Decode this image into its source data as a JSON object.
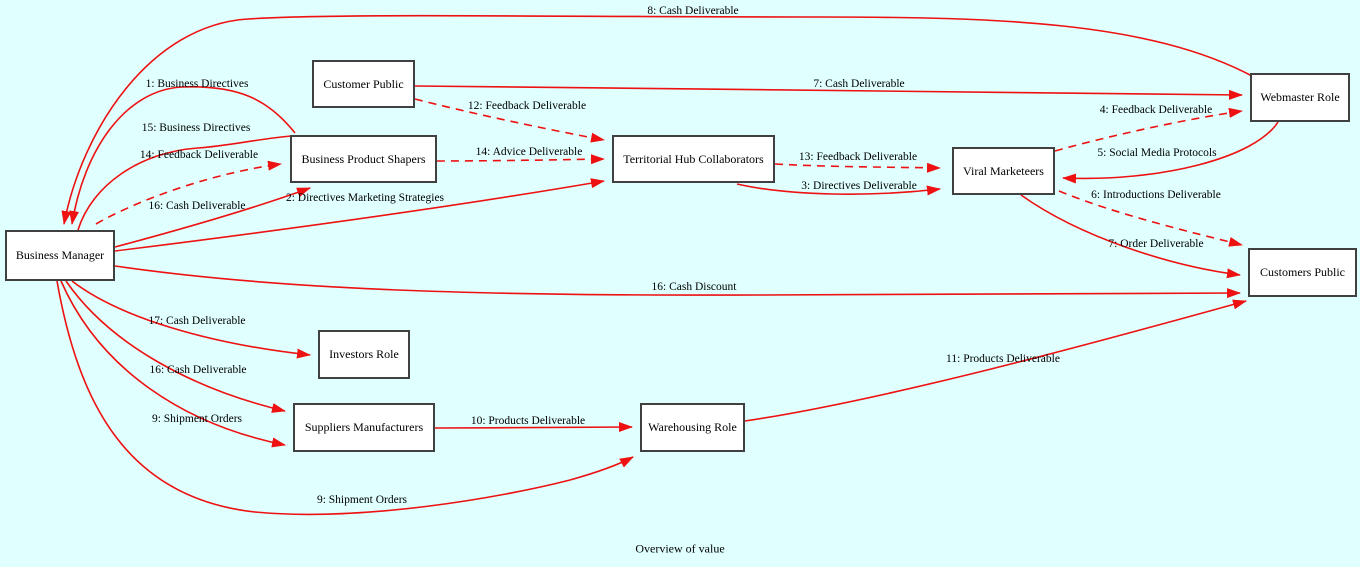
{
  "caption": "Overview of value",
  "colors": {
    "background": "#e0ffff",
    "edge": "#ee1111",
    "node_border": "#404040",
    "node_fill": "#ffffff",
    "text": "#000000"
  },
  "nodes": [
    {
      "id": "business-manager",
      "label": "Business Manager"
    },
    {
      "id": "customer-public",
      "label": "Customer Public"
    },
    {
      "id": "business-product-shapers",
      "label": "Business Product Shapers"
    },
    {
      "id": "territorial-hub-collaborators",
      "label": "Territorial Hub Collaborators"
    },
    {
      "id": "viral-marketeers",
      "label": "Viral Marketeers"
    },
    {
      "id": "webmaster-role",
      "label": "Webmaster Role"
    },
    {
      "id": "customers-public",
      "label": "Customers Public"
    },
    {
      "id": "investors-role",
      "label": "Investors Role"
    },
    {
      "id": "suppliers-manufacturers",
      "label": "Suppliers Manufacturers"
    },
    {
      "id": "warehousing-role",
      "label": "Warehousing Role"
    }
  ],
  "edges": [
    {
      "label": "8: Cash Deliverable",
      "style": "solid"
    },
    {
      "label": "1: Business Directives",
      "style": "solid"
    },
    {
      "label": "15: Business Directives",
      "style": "solid"
    },
    {
      "label": "14: Feedback Deliverable",
      "style": "dashed"
    },
    {
      "label": "16: Cash Deliverable",
      "style": "solid"
    },
    {
      "label": "2: Directives Marketing Strategies",
      "style": "solid"
    },
    {
      "label": "16: Cash Discount",
      "style": "solid"
    },
    {
      "label": "17: Cash Deliverable",
      "style": "solid"
    },
    {
      "label": "16: Cash Deliverable",
      "style": "solid"
    },
    {
      "label": "9: Shipment Orders",
      "style": "solid"
    },
    {
      "label": "9: Shipment Orders",
      "style": "solid"
    },
    {
      "label": "7: Cash Deliverable",
      "style": "solid"
    },
    {
      "label": "12: Feedback Deliverable",
      "style": "dashed"
    },
    {
      "label": "14: Advice Deliverable",
      "style": "dashed"
    },
    {
      "label": "13: Feedback Deliverable",
      "style": "dashed"
    },
    {
      "label": "3: Directives Deliverable",
      "style": "solid"
    },
    {
      "label": "4: Feedback Deliverable",
      "style": "dashed"
    },
    {
      "label": "5: Social Media Protocols",
      "style": "solid"
    },
    {
      "label": "6: Introductions Deliverable",
      "style": "dashed"
    },
    {
      "label": "7: Order Deliverable",
      "style": "solid"
    },
    {
      "label": "11: Products Deliverable",
      "style": "solid"
    },
    {
      "label": "10: Products Deliverable",
      "style": "solid"
    }
  ]
}
